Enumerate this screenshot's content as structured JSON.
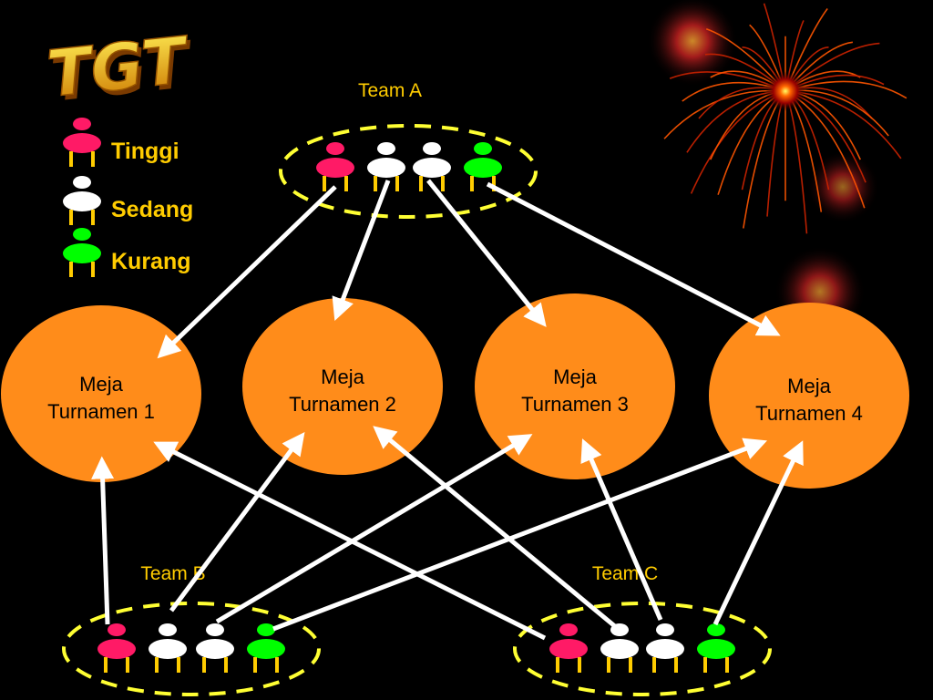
{
  "title": "TGT",
  "legend": [
    {
      "label": "Tinggi",
      "color": "#ff1a66"
    },
    {
      "label": "Sedang",
      "color": "#ffffff"
    },
    {
      "label": "Kurang",
      "color": "#00ff00"
    }
  ],
  "teams": [
    {
      "label": "Team A",
      "members": [
        "#ff1a66",
        "#ffffff",
        "#ffffff",
        "#00ff00"
      ]
    },
    {
      "label": "Team B",
      "members": [
        "#ff1a66",
        "#ffffff",
        "#ffffff",
        "#00ff00"
      ]
    },
    {
      "label": "Team C",
      "members": [
        "#ff1a66",
        "#ffffff",
        "#ffffff",
        "#00ff00"
      ]
    }
  ],
  "tables": [
    {
      "line1": "Meja",
      "line2": "Turnamen 1"
    },
    {
      "line1": "Meja",
      "line2": "Turnamen 2"
    },
    {
      "line1": "Meja",
      "line2": "Turnamen 3"
    },
    {
      "line1": "Meja",
      "line2": "Turnamen 4"
    }
  ],
  "colors": {
    "background": "#000000",
    "table_fill": "#ff8c1a",
    "team_label": "#ffcc00",
    "legend_text": "#ffcc00",
    "ellipse_stroke": "#ffff33",
    "arrow": "#ffffff",
    "chair": "#ffcc00"
  }
}
